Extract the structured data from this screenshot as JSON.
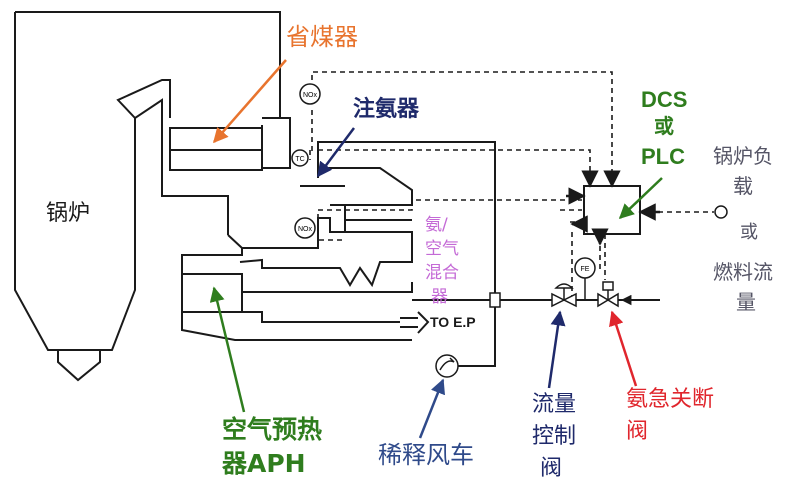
{
  "colors": {
    "line": "#1a1a1a",
    "economizer": "#e8742e",
    "injector": "#1f2a6b",
    "dcs": "#2f7d1e",
    "mixer": "#c46ad6",
    "aph": "#2f7d1e",
    "fan": "#2f4a8a",
    "flow_valve": "#1f2a6b",
    "shutoff_valve": "#e0262d",
    "load": "#555566"
  },
  "labels": {
    "economizer": "省煤器",
    "ammonia_injector": "注氨器",
    "boiler": "锅炉",
    "dcs_line1": "DCS",
    "dcs_line2": "或",
    "dcs_line3": "PLC",
    "load_line1": "锅炉负",
    "load_line2": "载",
    "load_or": "或",
    "load_line3": "燃料流",
    "load_line4": "量",
    "mixer_line1": "氨/",
    "mixer_line2": "空气",
    "mixer_line3": "混合",
    "mixer_line4": "器",
    "to_ep": "TO E.P",
    "aph_line1": "空气预热",
    "aph_line2": "器APH",
    "dilution_fan": "稀释风车",
    "flow_valve_line1": "流量",
    "flow_valve_line2": "控制",
    "flow_valve_line3": "阀",
    "shutoff_line1": "氨急关断",
    "shutoff_line2": "阀"
  },
  "instruments": {
    "nox_top": "NOx",
    "nox_mid": "NOx",
    "tc": "TC",
    "fe": "FE"
  }
}
